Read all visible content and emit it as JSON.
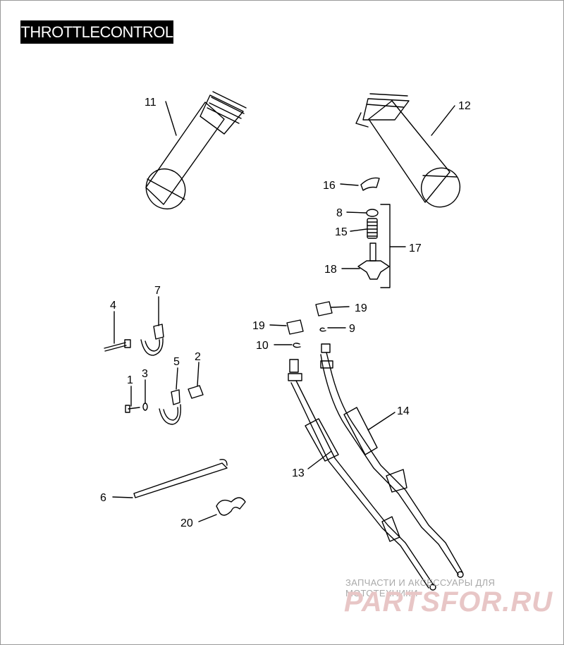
{
  "title": "THROTTLECONTROL",
  "callouts": {
    "n1": "1",
    "n2": "2",
    "n3": "3",
    "n4": "4",
    "n5": "5",
    "n6": "6",
    "n7": "7",
    "n8": "8",
    "n9": "9",
    "n10": "10",
    "n11": "11",
    "n12": "12",
    "n13": "13",
    "n14": "14",
    "n15": "15",
    "n16": "16",
    "n17": "17",
    "n18": "18",
    "n19a": "19",
    "n19b": "19",
    "n20": "20"
  },
  "watermark": {
    "tagline": "ЗАПЧАСТИ И АКСЕССУАРЫ ДЛЯ МОТОТЕХНИКИ",
    "logo": "PARTSFOR.RU"
  },
  "colors": {
    "title_bg": "#000000",
    "title_fg": "#ffffff",
    "line": "#000000",
    "watermark": "#e8c6c6"
  }
}
